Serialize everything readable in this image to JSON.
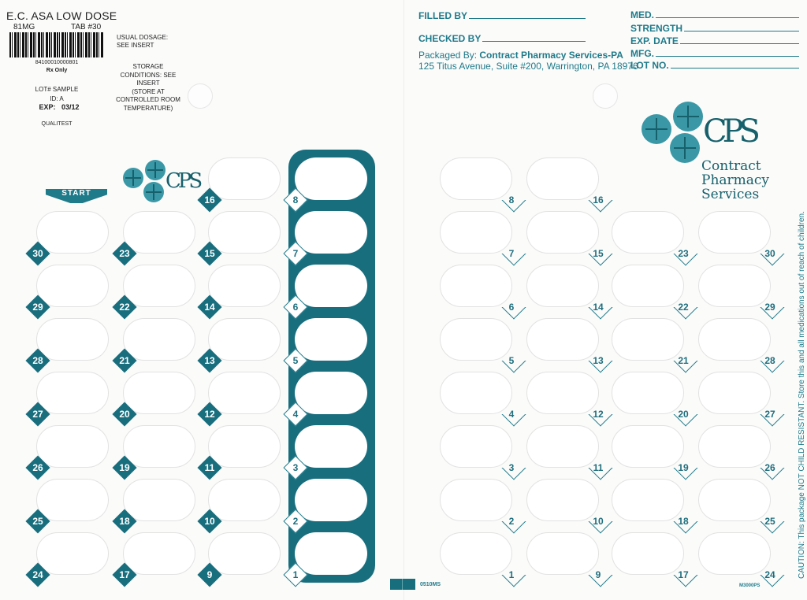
{
  "label": {
    "drug_name": "E.C. ASA LOW DOSE",
    "strength": "81MG",
    "tab_count": "TAB #30",
    "barcode_number": "84100010000801",
    "rx_only": "Rx Only",
    "lot": "LOT# SAMPLE",
    "id": "ID: A",
    "exp_label": "EXP:",
    "exp_value": "03/12",
    "manufacturer": "QUALITEST",
    "usual_dosage": [
      "USUAL DOSAGE:",
      "SEE INSERT"
    ],
    "storage": [
      "STORAGE",
      "CONDITIONS: SEE",
      "INSERT",
      "(STORE AT",
      "CONTROLLED ROOM",
      "TEMPERATURE)"
    ]
  },
  "form": {
    "filled_by": "FILLED BY",
    "checked_by": "CHECKED BY",
    "packaged_by_label": "Packaged By:",
    "packager": "Contract Pharmacy Services-PA",
    "address": "125 Titus Avenue, Suite #200, Warrington, PA 18976",
    "right_fields": [
      "MED.",
      "STRENGTH",
      "EXP. DATE",
      "MFG.",
      "LOT NO."
    ]
  },
  "logo": {
    "mark": "CPS",
    "name_lines": [
      "Contract",
      "Pharmacy",
      "Services"
    ]
  },
  "start_label": "START",
  "caution": "CAUTION: This package NOT CHILD RESISTANT.  Store this and all medications out of reach of children.",
  "codes": {
    "left": "0510MS",
    "right": "M3000PS"
  },
  "colors": {
    "brand": "#196e7e",
    "accent": "#3a98a6"
  },
  "grid": {
    "left": [
      [
        null,
        30,
        29,
        28,
        27,
        26,
        25,
        24
      ],
      [
        null,
        23,
        22,
        21,
        20,
        19,
        18,
        17
      ],
      [
        16,
        15,
        14,
        13,
        12,
        11,
        10,
        9
      ],
      [
        8,
        7,
        6,
        5,
        4,
        3,
        2,
        1
      ]
    ],
    "right": [
      [
        8,
        7,
        6,
        5,
        4,
        3,
        2,
        1
      ],
      [
        16,
        15,
        14,
        13,
        12,
        11,
        10,
        9
      ],
      [
        null,
        23,
        22,
        21,
        20,
        19,
        18,
        17
      ],
      [
        null,
        30,
        29,
        28,
        27,
        26,
        25,
        24
      ]
    ]
  }
}
